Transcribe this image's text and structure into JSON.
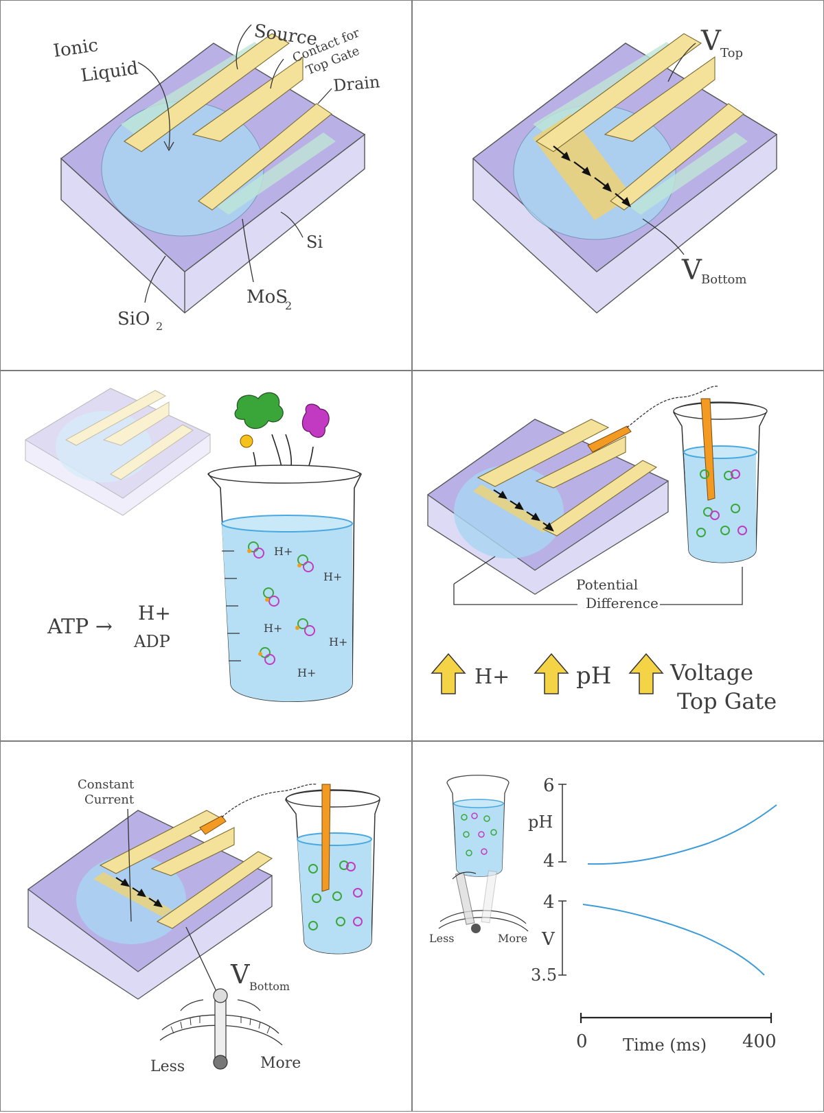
{
  "panel1": {
    "labels": {
      "ionic_liquid_1": "Ionic",
      "ionic_liquid_2": "Liquid",
      "source": "Source",
      "contact_1": "Contact for",
      "contact_2": "Top Gate",
      "drain": "Drain",
      "si": "Si",
      "sio2": "SiO",
      "sio2_sub": "2",
      "mos2": "MoS",
      "mos2_sub": "2"
    }
  },
  "panel2": {
    "labels": {
      "v_top": "V",
      "v_top_sub": "Top",
      "v_bottom": "V",
      "v_bottom_sub": "Bottom"
    }
  },
  "panel3": {
    "labels": {
      "equation_left": "ATP →",
      "equation_h": "H+",
      "equation_adp": "ADP",
      "h_plus": "H+"
    }
  },
  "panel4": {
    "labels": {
      "potential_1": "Potential",
      "potential_2": "Difference",
      "arrow_h": "H+",
      "arrow_ph": "pH",
      "arrow_voltage_1": "Voltage",
      "arrow_voltage_2": "Top Gate"
    }
  },
  "panel5": {
    "labels": {
      "constant_1": "Constant",
      "constant_2": "Current",
      "v_bottom": "V",
      "v_bottom_sub": "Bottom",
      "less": "Less",
      "more": "More"
    }
  },
  "panel6": {
    "labels": {
      "ph_axis": "pH",
      "ph_high": "6",
      "ph_low": "4",
      "v_axis": "V",
      "v_high": "4",
      "v_low": "3.5",
      "less": "Less",
      "more": "More",
      "time_zero": "0",
      "time_label": "Time (ms)",
      "time_end": "400"
    }
  },
  "colors": {
    "substrate_top": "#b9b0e6",
    "substrate_side": "#dcdaf4",
    "ionic_liquid": "#a9d6f2",
    "electrode": "#f4e29b",
    "channel": "#ead27a",
    "mos2": "#bfe6d7",
    "beaker_water": "#b6dff5",
    "pencil": "#f39a22",
    "green": "#3aa63a",
    "magenta": "#c23ac2",
    "orange": "#f0a020",
    "yellow_arrow": "#f5d347",
    "plot_line": "#3c9ad8"
  }
}
